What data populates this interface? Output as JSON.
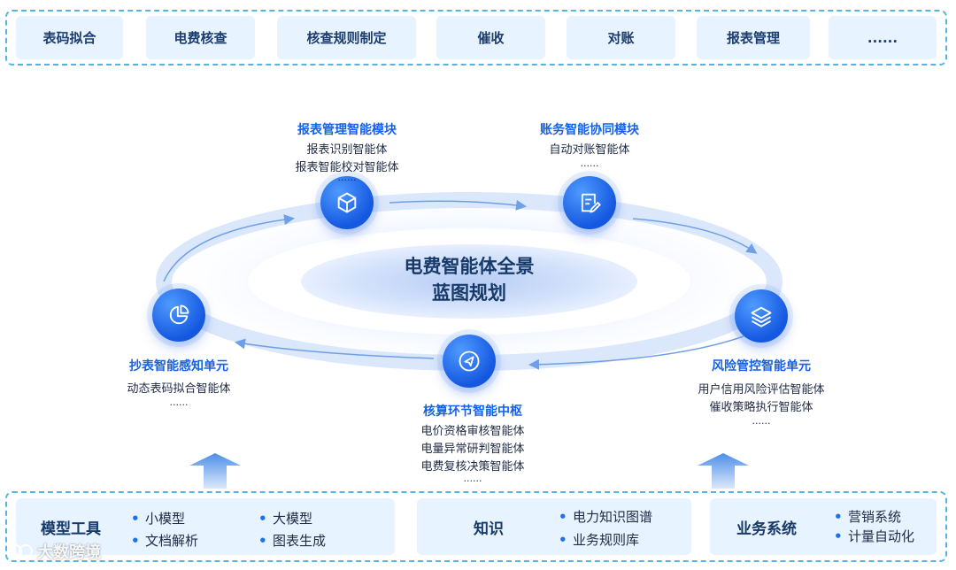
{
  "top_bar": {
    "items": [
      "表码拟合",
      "电费核查",
      "核查规则制定",
      "催收",
      "对账",
      "报表管理",
      "......"
    ]
  },
  "center": {
    "line1": "电费智能体全景",
    "line2": "蓝图规划"
  },
  "modules": {
    "report": {
      "title": "报表管理智能模块",
      "lines": [
        "报表识别智能体",
        "报表智能校对智能体",
        "......"
      ]
    },
    "billing": {
      "title": "账务智能协同模块",
      "lines": [
        "自动对账智能体",
        "......"
      ]
    },
    "risk": {
      "title": "风险管控智能单元",
      "lines": [
        "用户信用风险评估智能体",
        "催收策略执行智能体",
        "......"
      ]
    },
    "accounting": {
      "title": "核算环节智能中枢",
      "lines": [
        "电价资格审核智能体",
        "电量异常研判智能体",
        "电费复核决策智能体",
        "......"
      ]
    },
    "meter": {
      "title": "抄表智能感知单元",
      "lines": [
        "动态表码拟合智能体",
        "......"
      ]
    }
  },
  "bottom": {
    "models": {
      "title": "模型工具",
      "items": [
        "小模型",
        "大模型",
        "文档解析",
        "图表生成"
      ]
    },
    "knowledge": {
      "title": "知识",
      "items": [
        "电力知识图谱",
        "业务规则库"
      ]
    },
    "business": {
      "title": "业务系统",
      "items": [
        "营销系统",
        "计量自动化"
      ]
    }
  },
  "bullet_symbol": "•",
  "watermark": "大数跨境",
  "icons": [
    "cube-icon",
    "document-edit-icon",
    "layers-icon",
    "paper-plane-icon",
    "pie-chart-icon"
  ],
  "colors": {
    "accent": "#1662e6",
    "frame": "#56b5e0",
    "panel": "#e7f3ff"
  }
}
